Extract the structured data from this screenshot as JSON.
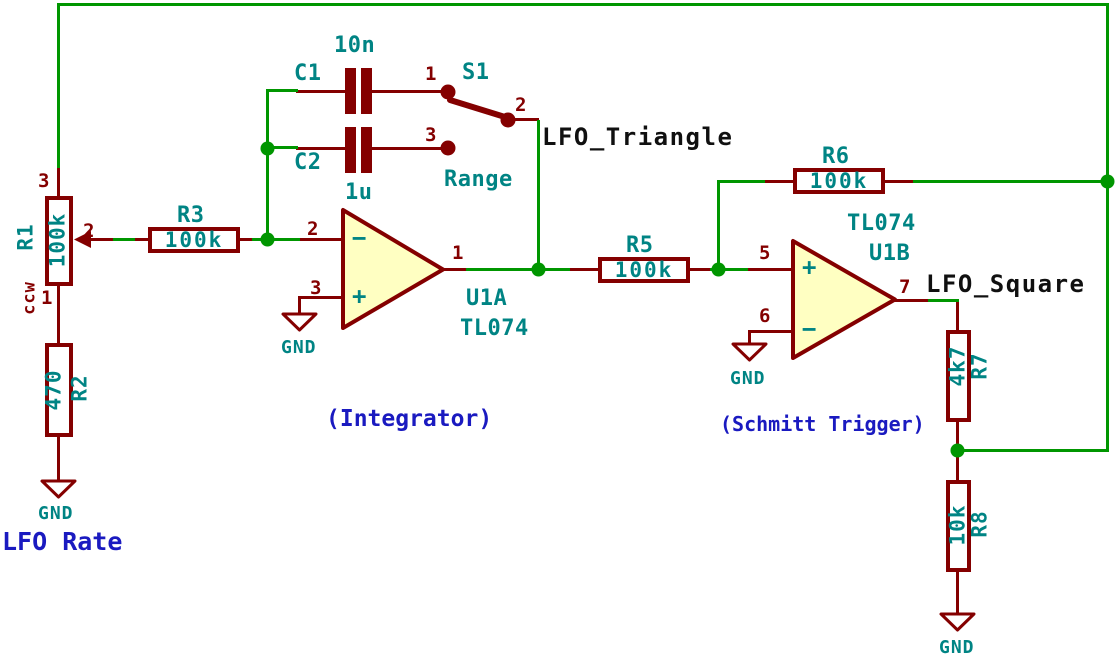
{
  "components": {
    "R1": {
      "ref": "R1",
      "value": "100k",
      "marking": "ccw",
      "pins": {
        "p1": "1",
        "p2": "2",
        "p3": "3"
      }
    },
    "R2": {
      "ref": "R2",
      "value": "470"
    },
    "R3": {
      "ref": "R3",
      "value": "100k"
    },
    "R5": {
      "ref": "R5",
      "value": "100k"
    },
    "R6": {
      "ref": "R6",
      "value": "100k"
    },
    "R7": {
      "ref": "R7",
      "value": "4k7"
    },
    "R8": {
      "ref": "R8",
      "value": "10k"
    },
    "C1": {
      "ref": "C1",
      "value": "10n"
    },
    "C2": {
      "ref": "C2",
      "value": "1u"
    },
    "S1": {
      "ref": "S1",
      "label": "Range",
      "pins": {
        "p1": "1",
        "p2": "2",
        "p3": "3"
      }
    },
    "U1A": {
      "ref": "U1A",
      "part": "TL074",
      "plus": "+",
      "minus": "−",
      "pins": {
        "out": "1",
        "inv": "2",
        "noninv": "3"
      }
    },
    "U1B": {
      "ref": "U1B",
      "part": "TL074",
      "plus": "+",
      "minus": "−",
      "pins": {
        "out": "7",
        "inv": "6",
        "noninv": "5"
      }
    }
  },
  "net_labels": {
    "triangle": "LFO_Triangle",
    "square": "LFO_Square"
  },
  "notes": {
    "integrator": "(Integrator)",
    "schmitt_trigger": "(Schmitt Trigger)",
    "lfo_rate": "LFO Rate"
  },
  "power": {
    "gnd": "GND"
  },
  "colors": {
    "wire": "#009600",
    "junction": "#009600",
    "component_outline": "#840000",
    "pin_number": "#840000",
    "reference_text": "#008484",
    "note_text": "#1A1AC0",
    "net_label_text": "#101010",
    "opamp_fill": "#FFFFC2",
    "background": "#FFFFFF"
  }
}
